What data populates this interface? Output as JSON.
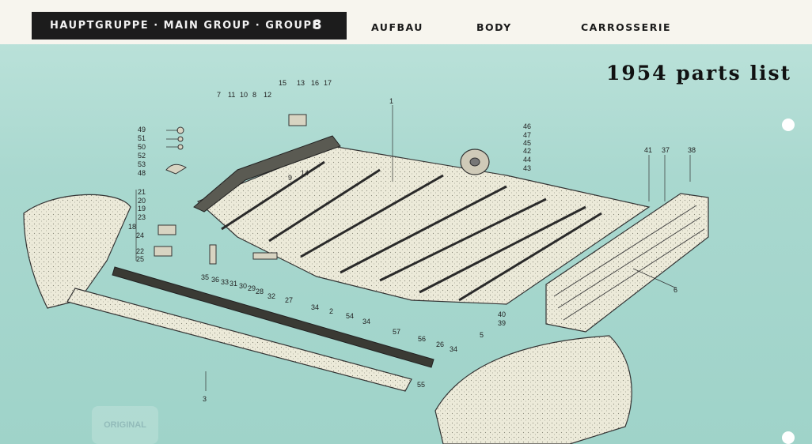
{
  "header": {
    "group_label": "HAUPTGRUPPE · MAIN GROUP · GROUPE",
    "group_number": "8",
    "word_de": "AUFBAU",
    "word_en": "BODY",
    "word_fr": "CARROSSERIE"
  },
  "title": "1954 parts list",
  "stamp_text": "ORIGINAL",
  "part_numbers": {
    "n1": "1",
    "n3": "3",
    "n5": "5",
    "n6": "6",
    "n7": "7",
    "n8": "8",
    "n9": "9",
    "n10": "10",
    "n11": "11",
    "n12": "12",
    "n13": "13",
    "n14": "14",
    "n15": "15",
    "n16": "16",
    "n17": "17",
    "n18": "18",
    "n19": "19",
    "n20": "20",
    "n21": "21",
    "n22": "22",
    "n23": "23",
    "n24": "24",
    "n25": "25",
    "n26": "26",
    "n27": "27",
    "n28": "28",
    "n29": "29",
    "n30": "30",
    "n31": "31",
    "n32": "32",
    "n33": "33",
    "n34a": "34",
    "n34b": "34",
    "n34c": "34",
    "n35": "35",
    "n36": "36",
    "n37": "37",
    "n38": "38",
    "n39": "39",
    "n40": "40",
    "n41": "41",
    "n42": "42",
    "n43": "43",
    "n44": "44",
    "n45": "45",
    "n46": "46",
    "n47": "47",
    "n48": "48",
    "n49": "49",
    "n50": "50",
    "n51": "51",
    "n52": "52",
    "n53": "53",
    "n54": "54",
    "n55": "55",
    "n56": "56",
    "n57": "57",
    "n2": "2"
  },
  "colors": {
    "background": "#a9d8cf",
    "header_bar": "#1c1c1c",
    "panel": "#ece9dc"
  }
}
